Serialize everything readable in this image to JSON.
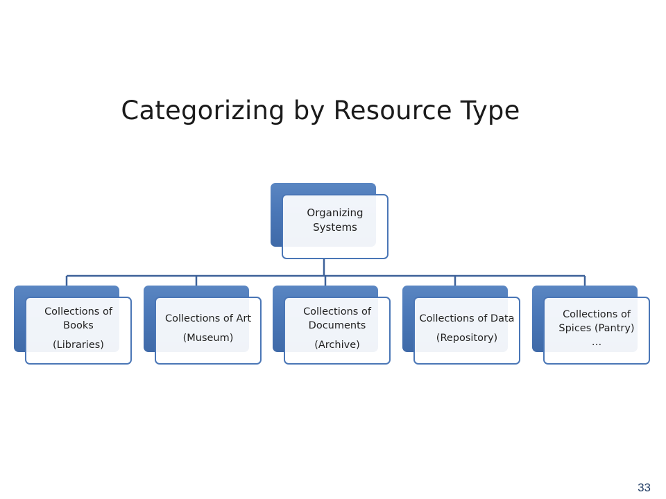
{
  "slide": {
    "title": "Categorizing by Resource Type",
    "page_number": "33"
  },
  "diagram": {
    "root": {
      "label": "Organizing Systems"
    },
    "children": [
      {
        "label": "Collections of Books",
        "sublabel": "(Libraries)"
      },
      {
        "label": "Collections of Art",
        "sublabel": "(Museum)"
      },
      {
        "label": "Collections of Documents",
        "sublabel": "(Archive)"
      },
      {
        "label": "Collections of Data",
        "sublabel": "(Repository)"
      },
      {
        "label": "Collections of Spices (Pantry)",
        "sublabel": "…"
      }
    ]
  },
  "colors": {
    "accent": "#4a77b7",
    "connector": "#3d6199"
  }
}
